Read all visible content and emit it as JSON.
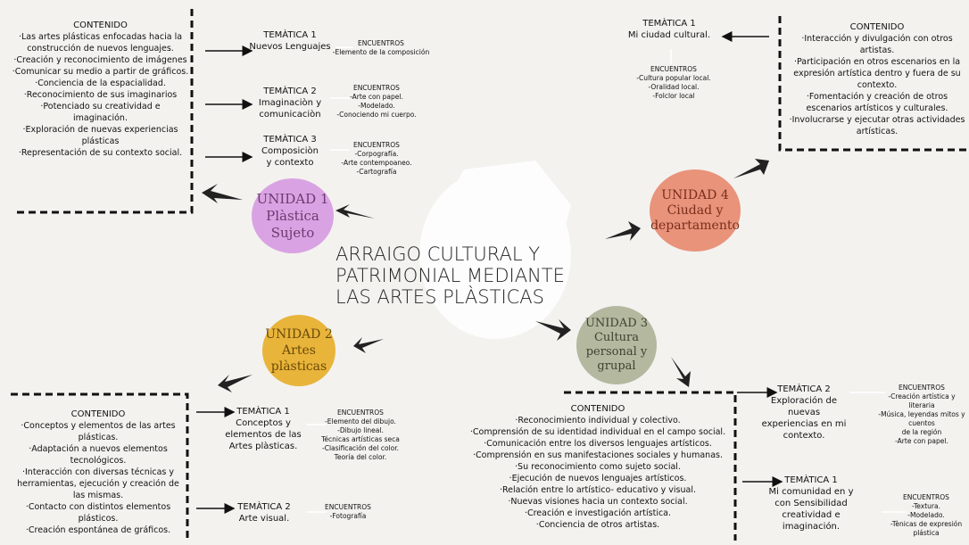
{
  "main_title": {
    "line1": "ARRAIGO CULTURAL Y",
    "line2": "PATRIMONIAL MEDIANTE",
    "line3": "LAS ARTES PLÀSTICAS"
  },
  "units": {
    "u1": {
      "title": "UNIDAD 1",
      "line1": "Plàstica",
      "line2": "Sujeto",
      "color": "#d9a3e3"
    },
    "u2": {
      "title": "UNIDAD 2",
      "line1": "Artes",
      "line2": "plàsticas",
      "color": "#e8b43a"
    },
    "u3": {
      "title": "UNIDAD 3",
      "line1": "Cultura",
      "line2": "personal y",
      "line3": "grupal",
      "color": "#b3b89f"
    },
    "u4": {
      "title": "UNIDAD 4",
      "line1": "Ciudad y",
      "line2": "departamento",
      "color": "#e8937a"
    }
  },
  "u1_content": {
    "heading": "CONTENIDO",
    "items": [
      "·Las artes plásticas enfocadas hacia la",
      "construcción de nuevos lenguajes.",
      "·Creación y reconocimiento de imágenes",
      "·Comunicar su medio a partir de gráficos.",
      "·Conciencia de la espacialidad.",
      "·Reconocimiento de sus imaginarios",
      "·Potenciado su creatividad e",
      "imaginación.",
      "·Exploración de nuevas experiencias",
      "plásticas",
      "·Representación de su contexto social."
    ]
  },
  "u1_tematicas": [
    {
      "title": "TEMÀTICA 1",
      "lines": [
        "Nuevos Lenguajes"
      ],
      "enc_title": "ENCUENTROS",
      "enc": [
        "-Elemento de la composición"
      ]
    },
    {
      "title": "TEMÀTICA 2",
      "lines": [
        "Imaginaciòn y",
        "comunicaciòn"
      ],
      "enc_title": "ENCUENTROS",
      "enc": [
        "-Arte con papel.",
        "-Modelado.",
        "-Conociendo mi cuerpo."
      ]
    },
    {
      "title": "TEMÀTICA 3",
      "lines": [
        "Composiciòn",
        "y contexto"
      ],
      "enc_title": "ENCUENTROS",
      "enc": [
        "-Corpografía.",
        "-Arte contempoaneo.",
        "-Cartografía"
      ]
    }
  ],
  "u4_tematica": {
    "title": "TEMÀTICA 1",
    "lines": [
      "Mi ciudad cultural."
    ],
    "enc_title": "ENCUENTROS",
    "enc": [
      "-Cultura popular local.",
      "-Oralidad local.",
      "-Folclor local"
    ]
  },
  "u4_content": {
    "heading": "CONTENIDO",
    "items": [
      "·Interacción y divulgación con otros",
      "artistas.",
      "·Participación en otros escenarios en la",
      "expresión artística dentro y fuera de su",
      "contexto.",
      "·Fomentación y creación de otros",
      "escenarios artísticos y culturales.",
      "·Involucrarse y ejecutar otras actividades",
      "artísticas."
    ]
  },
  "u2_content": {
    "heading": "CONTENIDO",
    "items": [
      "·Conceptos y elementos de las artes",
      "plásticas.",
      "·Adaptación a nuevos elementos",
      "tecnológicos.",
      "·Interacción con diversas técnicas y",
      "herramientas, ejecución y creación de",
      "las mismas.",
      "·Contacto con distintos elementos",
      "plásticos.",
      "·Creación espontánea de gráficos."
    ]
  },
  "u2_tematicas": [
    {
      "title": "TEMÀTICA 1",
      "lines": [
        "Conceptos y",
        "elementos de las",
        "Artes plàsticas."
      ],
      "enc_title": "ENCUENTROS",
      "enc": [
        "-Elemento del dibujo.",
        "-Dibujo lineal.",
        "Técnicas artísticas seca",
        "-Clasificación del color.",
        "Teoría del color."
      ]
    },
    {
      "title": "TEMÀTICA 2",
      "lines": [
        "Arte visual."
      ],
      "enc_title": "ENCUENTROS",
      "enc": [
        "-Fotografía"
      ]
    }
  ],
  "u3_content": {
    "heading": "CONTENIDO",
    "items": [
      "·Reconocimiento individual y colectivo.",
      "·Comprensión de su identidad individual en el campo social.",
      "·Comunicación entre los diversos lenguajes artísticos.",
      "·Comprensión en sus manifestaciones sociales y humanas.",
      "·Su reconocimiento como sujeto social.",
      "·Ejecución de nuevos lenguajes artísticos.",
      "·Relación entre lo artístico- educativo y visual.",
      "·Nuevas visiones hacia un contexto social.",
      "·Creación e investigación artística.",
      "·Conciencia de otros artistas."
    ]
  },
  "u3_tematicas": [
    {
      "title": "TEMÀTICA 2",
      "lines": [
        "Exploración de",
        "nuevas",
        "experiencias en mi",
        "contexto."
      ],
      "enc_title": "ENCUENTROS",
      "enc": [
        "-Creación artística y literaria",
        "-Música, leyendas mitos y cuentos",
        "de la región",
        "-Arte con papel."
      ]
    },
    {
      "title": "TEMÀTICA 1",
      "lines": [
        "Mi comunidad en y",
        "con Sensibilidad",
        "creatividad e",
        "imaginación."
      ],
      "enc_title": "ENCUENTROS",
      "enc": [
        "-Textura.",
        "-Modelado.",
        "-Tènicas de expresión plástica"
      ]
    }
  ]
}
